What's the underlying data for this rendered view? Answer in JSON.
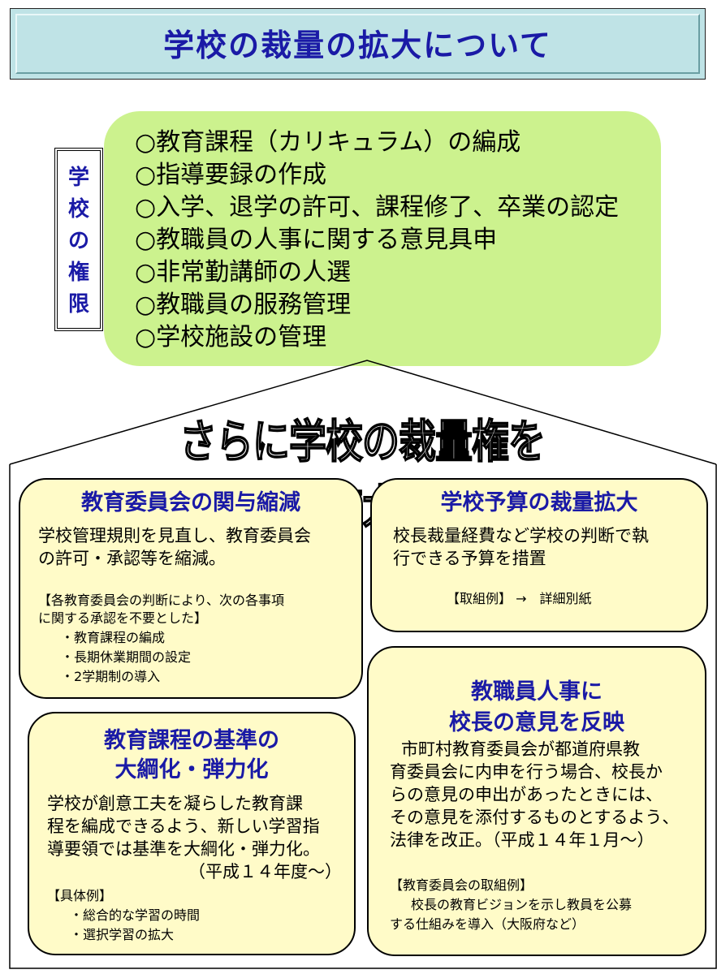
{
  "title": "学校の裁量の拡大について",
  "authority": {
    "label": "学\n校\nの\n権\n限",
    "items": [
      "○教育課程（カリキュラム）の編成",
      "○指導要録の作成",
      "○入学、退学の許可、課程修了、卒業の認定",
      "○教職員の人事に関する意見具申",
      "○非常勤講師の人選",
      "○教職員の服務管理",
      "○学校施設の管理"
    ]
  },
  "roof_text": "さらに学校の裁量権を拡大",
  "cards": {
    "board": {
      "title": "教育委員会の関与縮減",
      "body": [
        "学校管理規則を見直し、教育委員会",
        "の許可・承認等を縮減。"
      ],
      "note": [
        "【各教育委員会の判断により、次の各事項",
        "に関する承認を不要とした】"
      ],
      "items": [
        "・教育課程の編成",
        "・長期休業期間の設定",
        "・2学期制の導入"
      ]
    },
    "budget": {
      "title": "学校予算の裁量拡大",
      "body": [
        "校長裁量経費など学校の判断で執",
        "行できる予算を措置"
      ],
      "example": "【取組例】 →　詳細別紙"
    },
    "curriculum": {
      "title": "教育課程の基準の\n大綱化・弾力化",
      "body": [
        "学校が創意工夫を凝らした教育課",
        "程を編成できるよう、新しい学習指",
        "導要領では基準を大綱化・弾力化。",
        "（平成１４年度～）"
      ],
      "example_label": "【具体例】",
      "items": [
        "・総合的な学習の時間",
        "・選択学習の拡大"
      ]
    },
    "personnel": {
      "title": "教職員人事に\n校長の意見を反映",
      "body": [
        "市町村教育委員会が都道府県教",
        "育委員会に内申を行う場合、校長か",
        "らの意見の申出があったときには、",
        "その意見を添付するものとするよう、",
        "法律を改正。（平成１４年１月～）"
      ],
      "example_label": "【教育委員会の取組例】",
      "example": [
        "校長の教育ビジョンを示し教員を公募",
        "する仕組みを導入（大阪府など）"
      ]
    }
  },
  "colors": {
    "title_bg": "#bfe3e6",
    "title_text": "#1a1aa6",
    "authority_bg": "#ccf28e",
    "card_bg": "#fffbc8"
  }
}
